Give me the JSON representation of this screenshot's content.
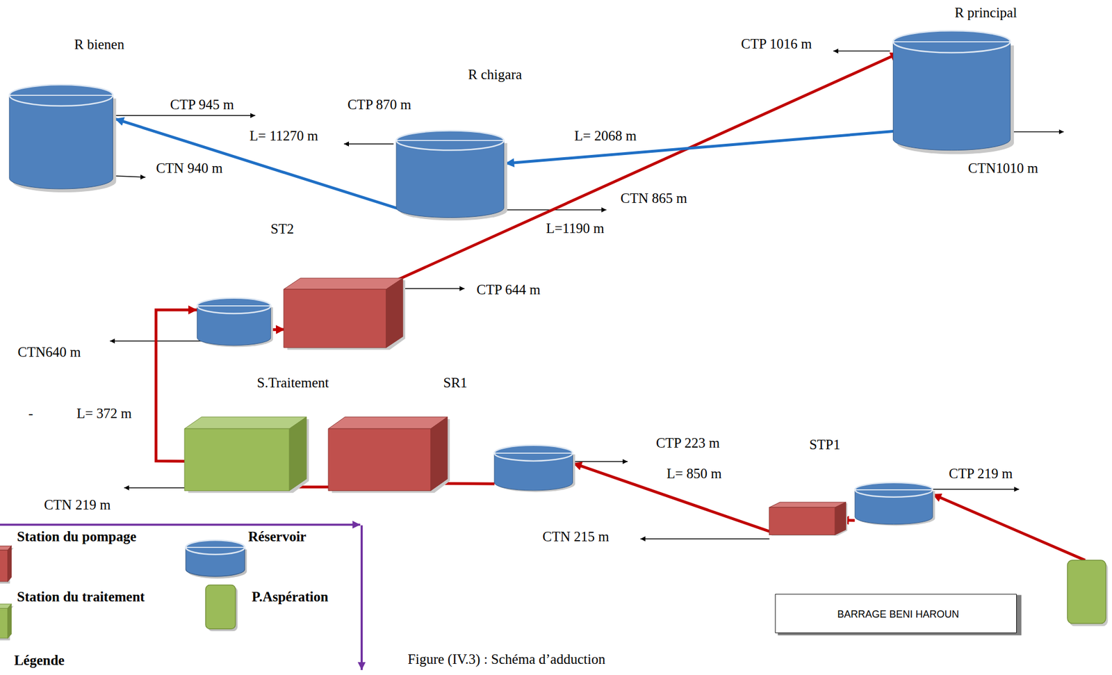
{
  "diagram": {
    "caption": "Figure (IV.3) : Schéma d’adduction",
    "nodes": [
      {
        "text": [
          "R bienen"
        ]
      },
      {
        "text": [
          "R chigara"
        ]
      },
      {
        "text": [
          "R principal"
        ]
      },
      {
        "text": []
      },
      {
        "text": [
          "ST2"
        ]
      },
      {
        "text": [
          "S.Traitement"
        ]
      },
      {
        "text": [
          "SR1"
        ]
      },
      {
        "text": []
      },
      {
        "text": [
          "STP1"
        ]
      },
      {
        "text": []
      },
      {
        "text": []
      },
      {
        "text": [
          "BARRAGE BENI HAROUN"
        ]
      }
    ],
    "edges": [
      {
        "from": 10,
        "to": 9,
        "arrow": "to"
      },
      {
        "from": 9,
        "to": 8,
        "arrow": "to"
      },
      {
        "from": 8,
        "to": 7,
        "arrow": "to"
      },
      {
        "from": 7,
        "to": 6,
        "arrow": "to"
      },
      {
        "from": 6,
        "to": 5,
        "arrow": "to"
      },
      {
        "from": 5,
        "to": 3,
        "arrow": "to"
      },
      {
        "from": 3,
        "to": 4,
        "arrow": "to"
      },
      {
        "from": 4,
        "to": 2,
        "arrow": "to"
      },
      {
        "from": 2,
        "to": 1,
        "arrow": "to"
      },
      {
        "from": 1,
        "to": 0,
        "arrow": "to"
      }
    ],
    "labels": [
      "CTP 1016 m",
      "CTN1010 m",
      "CTP 945 m",
      "CTN 940 m",
      "CTP 870 m",
      "L= 11270 m",
      "L= 2068 m",
      "CTN 865 m",
      "L=1190 m",
      "CTP 644 m",
      "CTN640 m",
      "-",
      "L= 372 m",
      "CTP 223 m",
      "L= 850 m",
      "CTP 219 m",
      "CTN 219 m",
      "CTN 215 m",
      "Légende"
    ],
    "legend": [
      {
        "text": "Station du pompage"
      },
      {
        "text": "Réservoir"
      },
      {
        "text": "Station du traitement"
      },
      {
        "text": "P.Aspération"
      }
    ]
  }
}
